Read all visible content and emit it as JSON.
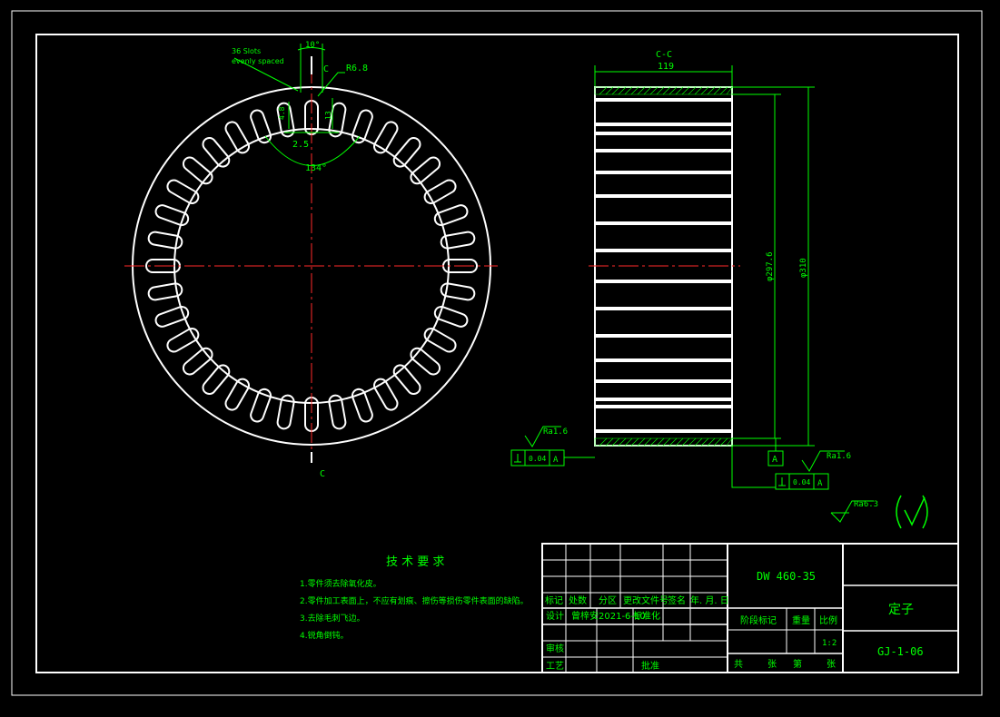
{
  "colors": {
    "outline": "#ffffff",
    "dimension": "#00ff00",
    "centerline": "#ff2a2a",
    "background": "#000000"
  },
  "front_view": {
    "slot_count": 36,
    "labels": {
      "slot_note_line1": "36 Slots",
      "slot_note_line2": "evenly spaced",
      "angle_top": "10°",
      "section_mark_top": "C",
      "radius": "R6.8",
      "dim_left": "4.8",
      "dim_right": "13",
      "width": "2.5",
      "angle_bottom": "134°",
      "section_mark_bottom": "C"
    }
  },
  "section_view": {
    "title": "C-C",
    "width_dim": "119",
    "dia_inner": "φ297.6",
    "dia_outer": "φ310",
    "roughness_left": "Ra1.6",
    "tolerance_left": "0.04",
    "datum_left": "A",
    "datum_mark": "A",
    "roughness_right": "Ra1.6",
    "tolerance_right": "0.04",
    "datum_right": "A",
    "general_roughness": "Ra6.3"
  },
  "tech_requirements": {
    "title": "技 术 要 求",
    "items": [
      "1.零件须去除氧化皮。",
      "2.零件加工表面上，不应有划痕、擦伤等损伤零件表面的缺陷。",
      "3.去除毛刺飞边。",
      "4.锐角倒钝。"
    ]
  },
  "title_block": {
    "material": "DW 460-35",
    "part_name": "定子",
    "drawing_no": "GJ-1-06",
    "header_cells": [
      "标记",
      "处数",
      "分区",
      "更改文件号",
      "签名",
      "年. 月. 日"
    ],
    "design_label": "设计",
    "designer": "曾梓安",
    "design_date": "2021-6-10",
    "standardize": "标准化",
    "review": "审核",
    "process": "工艺",
    "approve": "批准",
    "stage_mark": "阶段标记",
    "weight": "重量",
    "scale_label": "比例",
    "scale_value": "1:2",
    "sheets_total": "共",
    "sheets_unit": "张",
    "sheet_no": "第",
    "sheet_unit2": "张"
  }
}
